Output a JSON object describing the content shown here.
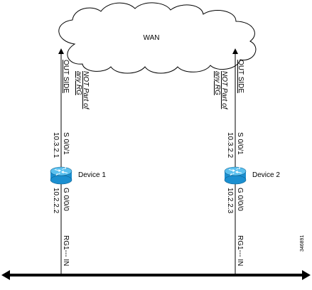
{
  "cloud": {
    "label": "WAN"
  },
  "device1": {
    "name": "Device 1",
    "outside_label": "OUT SIDE",
    "rg_label_line1": "NOT Part of",
    "rg_label_line2": "any RG",
    "wan_interface": "S 0/0/1",
    "wan_ip": "10.3.2.1",
    "lan_interface": "G 0/0/0",
    "lan_ip": "10.2.2.2",
    "inside_label": "RG1--- IN"
  },
  "device2": {
    "name": "Device 2",
    "outside_label": "OUT SIDE",
    "rg_label_line1": "NOT Part of",
    "rg_label_line2": "any RG",
    "wan_interface": "S 0/0/1",
    "wan_ip": "10.3.2.2",
    "lan_interface": "G 0/0/0",
    "lan_ip": "10.2.2.3",
    "inside_label": "RG1--- IN"
  },
  "figure_id": "346891",
  "colors": {
    "router_body": "#1b8fd0",
    "router_top": "#5cc1ef",
    "line": "#000000"
  }
}
